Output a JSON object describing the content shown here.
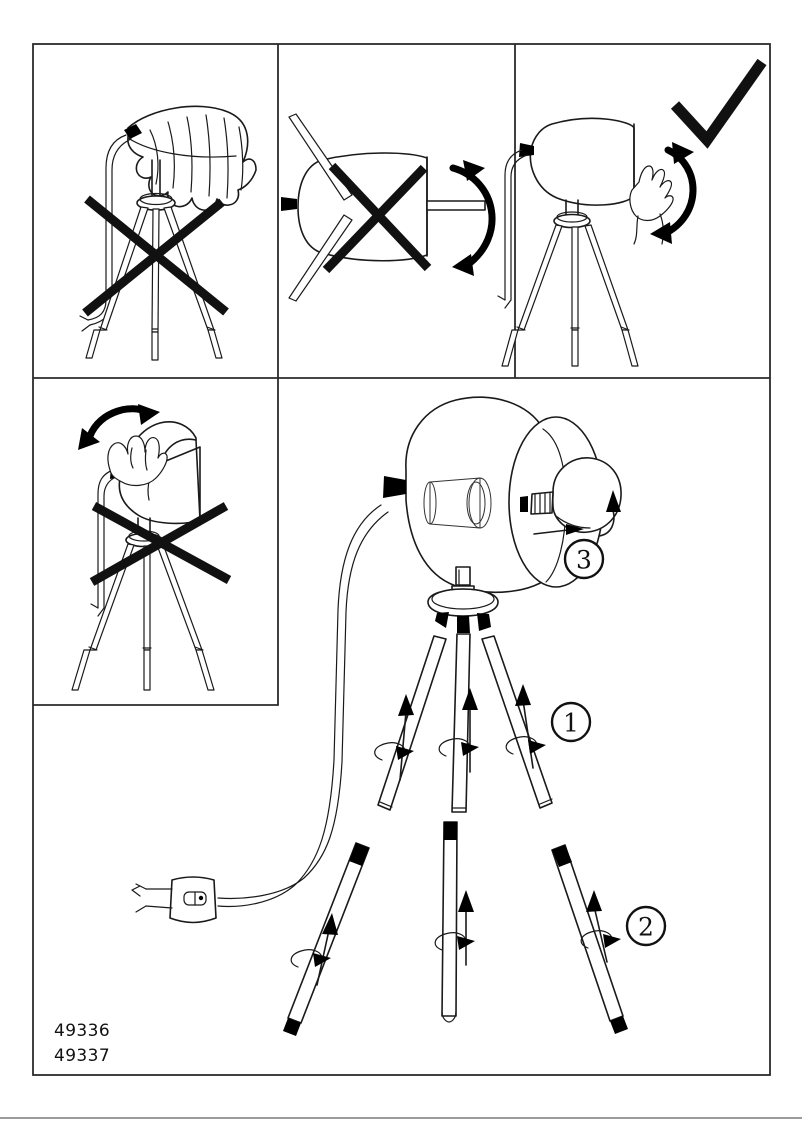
{
  "document": {
    "type": "assembly-instruction-sheet",
    "product": "tripod table lamp",
    "model_codes": [
      "49336",
      "49337"
    ],
    "model_code_1": "49336",
    "model_code_2": "49337"
  },
  "panels": [
    {
      "id": "panel-1",
      "position": "top-left",
      "marking": "cross",
      "marking_symbol": "✗",
      "meaning": "incorrect",
      "description": "Do not drape fabric or cover over the lamp shade"
    },
    {
      "id": "panel-2",
      "position": "top-center",
      "marking": "cross",
      "marking_symbol": "✗",
      "meaning": "incorrect",
      "description": "Do not rotate the shade from the top view",
      "arrow": "double-headed curved rotation arrow"
    },
    {
      "id": "panel-3",
      "position": "top-right",
      "marking": "check",
      "marking_symbol": "✓",
      "meaning": "correct",
      "description": "Tilt the shade forward by hand within the allowed range",
      "arrow": "curved downward tilt arrow"
    },
    {
      "id": "panel-4",
      "position": "second-row-left",
      "marking": "cross",
      "marking_symbol": "✗",
      "meaning": "incorrect",
      "description": "Do not tilt the shade backwards beyond the allowed range",
      "arrow": "curved upward-back tilt arrow"
    }
  ],
  "main_figure": {
    "id": "main-assembly",
    "description": "Assembled tripod lamp with telescoping legs, shade, bulb and inline cord switch",
    "callouts": [
      {
        "number": "1",
        "label": "①",
        "target": "upper-leg-section",
        "action": "extend and twist to lock upper leg section"
      },
      {
        "number": "2",
        "label": "②",
        "target": "lower-leg-section",
        "action": "extend and twist to lock lower leg section"
      },
      {
        "number": "3",
        "label": "③",
        "target": "light-bulb",
        "action": "insert bulb into socket and screw clockwise"
      }
    ],
    "parts": [
      {
        "name": "lamp-shade",
        "type": "dome shade"
      },
      {
        "name": "light-bulb",
        "type": "E27 screw bulb"
      },
      {
        "name": "lamp-socket",
        "type": "bulb holder"
      },
      {
        "name": "tripod-hub",
        "type": "three-socket hub"
      },
      {
        "name": "tripod-leg",
        "count": 3,
        "type": "telescoping leg"
      },
      {
        "name": "power-cord",
        "type": "cord with stripped end"
      },
      {
        "name": "inline-switch",
        "type": "rocker switch"
      }
    ]
  },
  "colors": {
    "line": "#1a1a1a",
    "frame": "#2b2b2b",
    "marking": "#111111",
    "background": "#ffffff"
  }
}
